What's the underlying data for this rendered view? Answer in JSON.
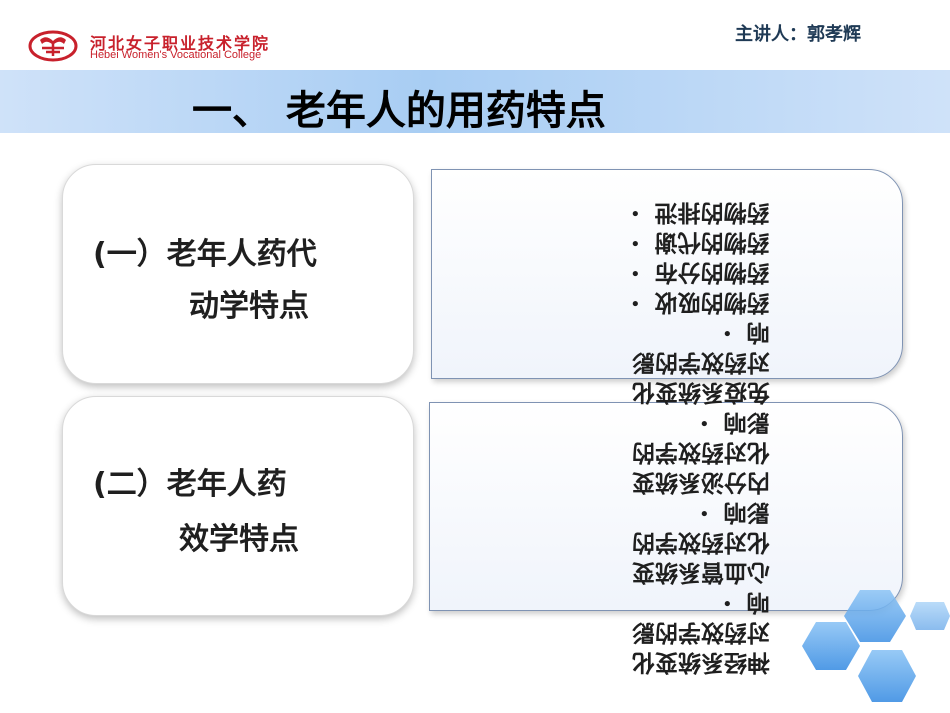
{
  "header": {
    "logo_cn": "河北女子职业技术学院",
    "logo_en": "Hebei Women's Vocational College",
    "presenter": "主讲人：郭孝辉"
  },
  "slide": {
    "title": "一、 老年人的用药特点"
  },
  "cards": [
    {
      "line1": "(一）老年人药代",
      "line2": "动学特点"
    },
    {
      "line1": "(二）老年人药",
      "line2": "效学特点"
    }
  ],
  "bullets": [
    {
      "text": "药物的排泄"
    },
    {
      "text": "药物的代谢"
    },
    {
      "text": "药物的分布"
    },
    {
      "text": "药物的吸收"
    },
    {
      "text": "免疫系统变化对药效学的影响"
    },
    {
      "text": "内分泌系统变化对药效学的影响"
    },
    {
      "text": "心血管系统变化对药效学的影响"
    },
    {
      "text": "神经系统变化对药效学的影响"
    }
  ],
  "colors": {
    "brand_red": "#c8212c",
    "title_bar": "#a8cdf3",
    "hexagon": "#5aa6ef"
  },
  "icons": [
    "college-logo-icon",
    "hexagon-decoration-icon"
  ]
}
